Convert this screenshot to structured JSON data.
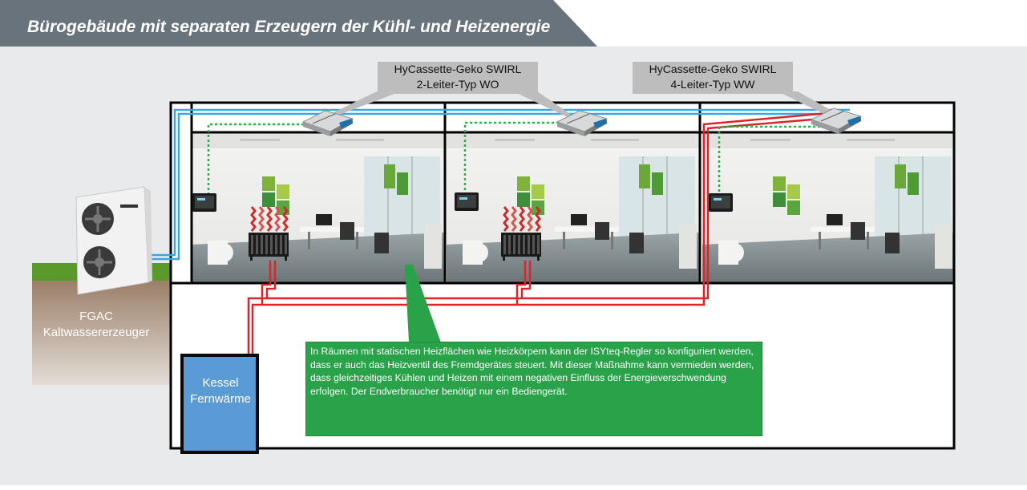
{
  "header": {
    "title": "Bürogebäude mit separaten Erzeugern der Kühl- und Heizenergie"
  },
  "labels": {
    "cassette_wo": [
      "HyCassette-Geko SWIRL",
      "2-Leiter-Typ WO"
    ],
    "cassette_ww": [
      "HyCassette-Geko SWIRL",
      "4-Leiter-Typ WW"
    ],
    "fgac": [
      "FGAC",
      "Kaltwassererzeuger"
    ],
    "kessel": [
      "Kessel",
      "Fernwärme"
    ]
  },
  "info_text": "In Räumen mit statischen Heizflächen wie Heizkörpern kann der ISYteq-Regler so konfiguriert werden, dass er auch das Heizventil des Fremdgerätes steuert. Mit dieser Maßnahme kann vermieden werden, dass gleichzeitiges Kühlen und Heizen mit einem negativen Einfluss der Energieverschwendung erfolgen. Der Endverbraucher benötigt nur ein Bediengerät.",
  "colors": {
    "title_bar": "#68737c",
    "cold_pipe": "#3aa7e0",
    "hot_pipe": "#d8262b",
    "control_line": "#2fae4c",
    "info_box": "#2aa24a",
    "kessel": "#5b9bd5",
    "ground_grass": "#5a9a2a",
    "ground_soil": "#8a6a50"
  },
  "icons": [
    "outdoor-unit-icon",
    "cassette-unit-icon",
    "room-controller-icon",
    "radiator-icon",
    "heat-wave-icon"
  ]
}
